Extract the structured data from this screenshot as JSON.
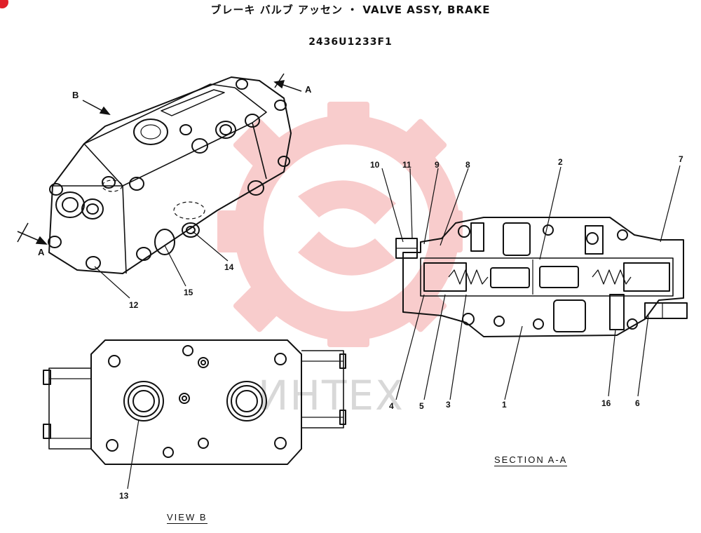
{
  "header": {
    "title": "ブレーキ バルブ アッセン ・ VALVE ASSY, BRAKE",
    "part_number": "2436U1233F1"
  },
  "watermark": {
    "text": "ИНТЕХ",
    "color": "#f3a3a3"
  },
  "brand_color": "#e0202a",
  "views": {
    "iso": {
      "arrow_b": "B",
      "arrow_a_top": "A",
      "arrow_a_left": "A",
      "callouts": [
        "12",
        "15",
        "14"
      ]
    },
    "section": {
      "caption": "SECTION A-A",
      "callouts_top": [
        "10",
        "11",
        "9",
        "8",
        "2",
        "7"
      ],
      "callouts_bottom": [
        "4",
        "5",
        "3",
        "1",
        "16",
        "6"
      ]
    },
    "view_b": {
      "caption": "VIEW B",
      "callouts": [
        "13"
      ]
    }
  }
}
